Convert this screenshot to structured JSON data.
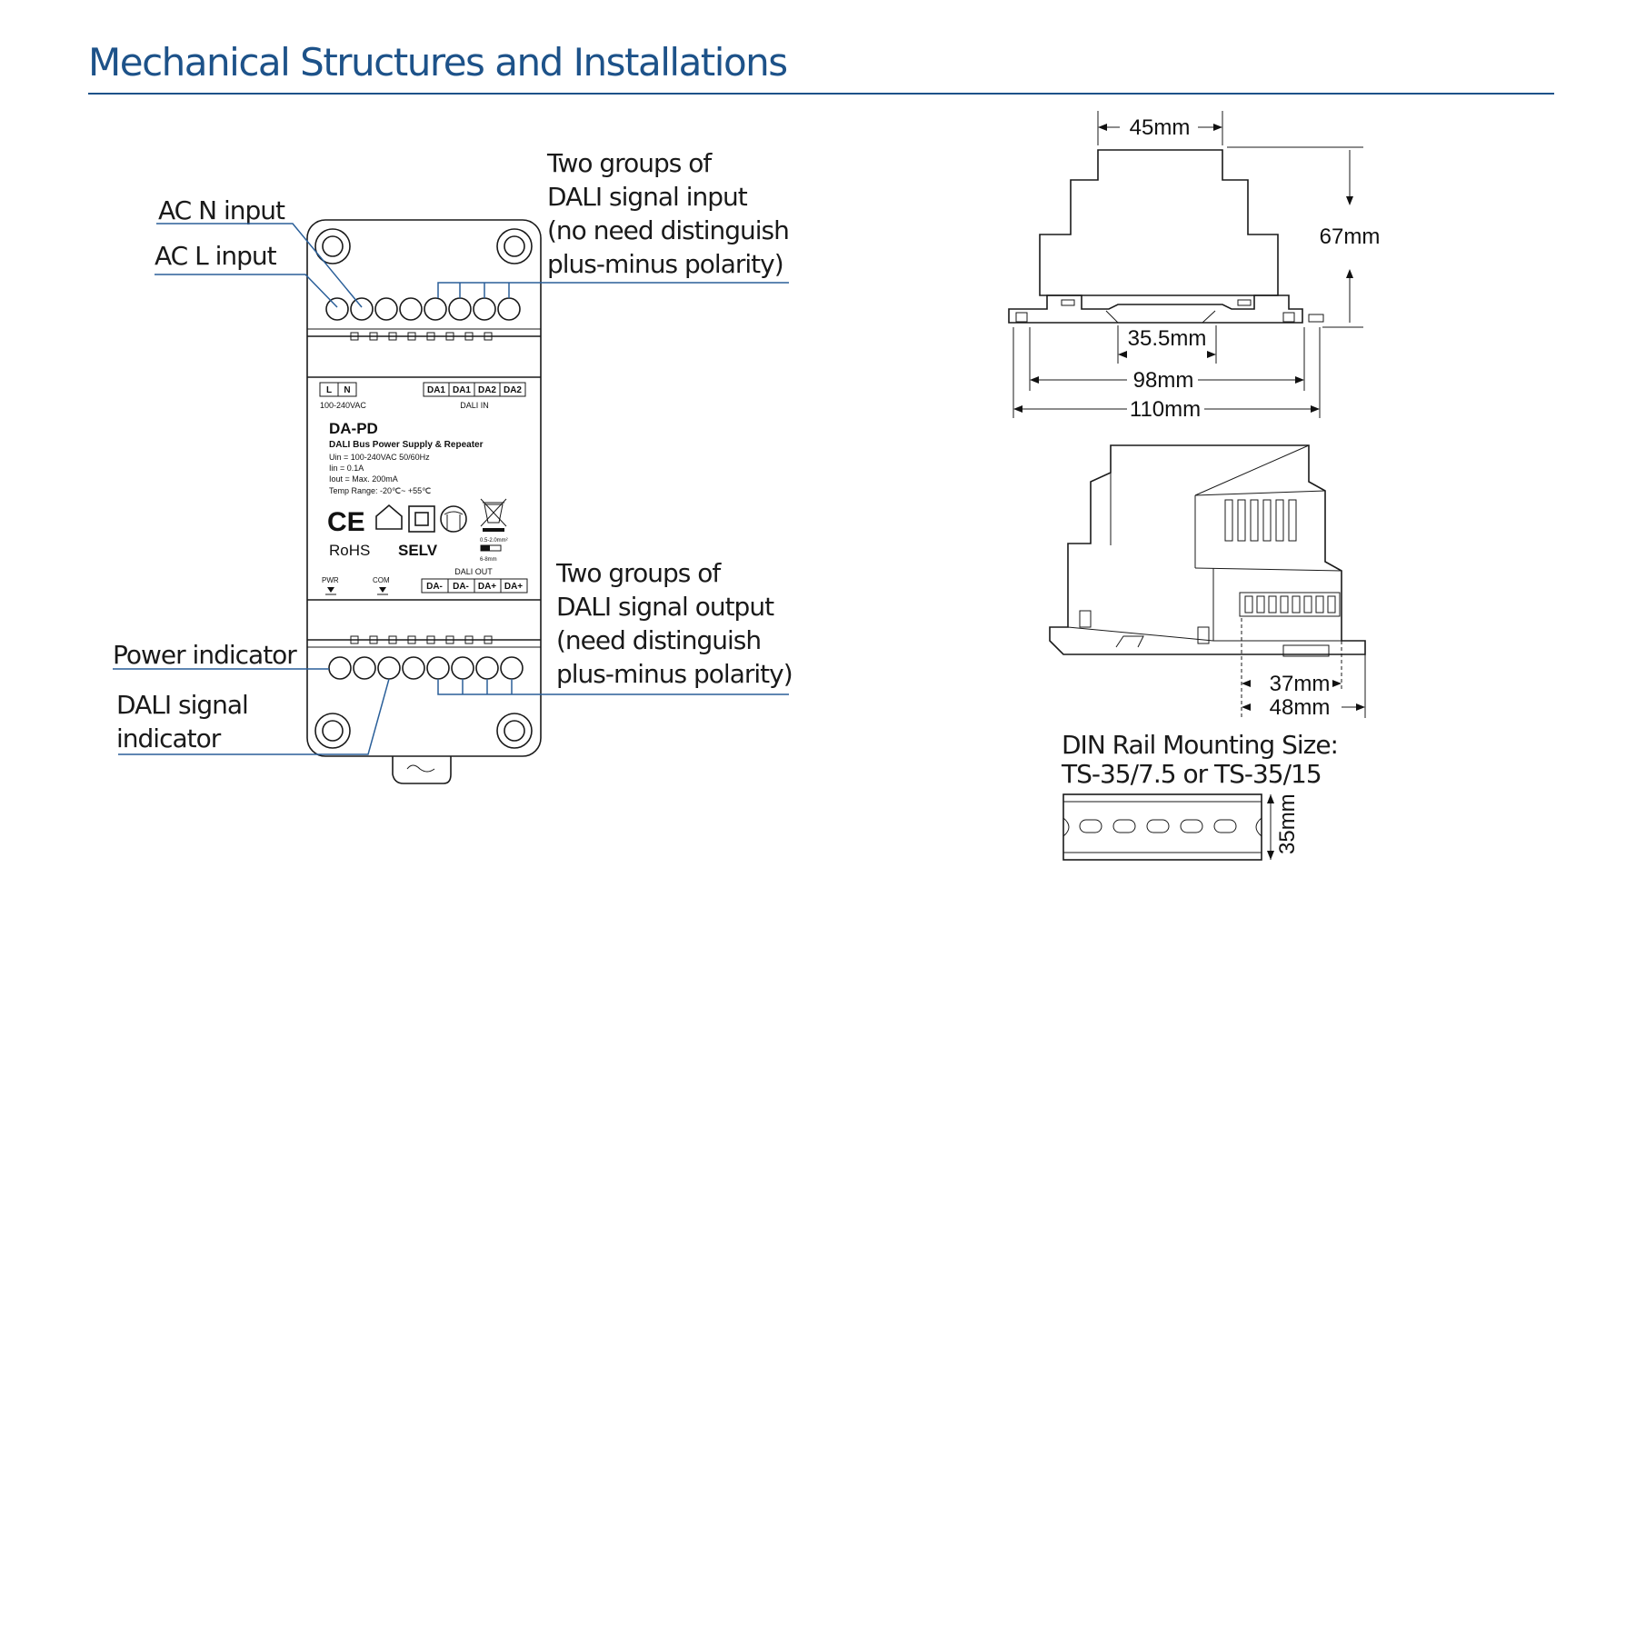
{
  "page": {
    "title": "Mechanical Structures and Installations",
    "accent_color": "#1d5289"
  },
  "front_view": {
    "callouts": {
      "ac_n": "AC N input",
      "ac_l": "AC L input",
      "dali_in": [
        "Two groups of",
        "DALI signal input",
        "(no need distinguish",
        "plus-minus polarity)"
      ],
      "dali_out": [
        "Two groups of",
        "DALI signal output",
        "(need distinguish",
        "plus-minus polarity)"
      ],
      "power_indicator": "Power indicator",
      "dali_indicator": [
        "DALI signal",
        "indicator"
      ]
    },
    "label": {
      "top_terminals_left": [
        "L",
        "N"
      ],
      "top_terminals_right": [
        "DA1",
        "DA1",
        "DA2",
        "DA2"
      ],
      "voltage_caption": "100-240VAC",
      "dali_in_caption": "DALI IN",
      "model": "DA-PD",
      "product_name": "DALI Bus Power Supply & Repeater",
      "specs": [
        "Uin  = 100-240VAC 50/60Hz",
        "Iin   = 0.1A",
        "Iout = Max. 200mA",
        "Temp Range:  -20℃~ +55℃"
      ],
      "ce_mark": "CE",
      "rohs": "RoHS",
      "selv": "SELV",
      "wire_size": "0.5-2.0mm²",
      "strip_length": "6-8mm",
      "pwr_led": "PWR",
      "com_led": "COM",
      "dali_out_caption": "DALI OUT",
      "bottom_terminals": [
        "DA-",
        "DA-",
        "DA+",
        "DA+"
      ]
    }
  },
  "dimensions": {
    "width_top": "45mm",
    "height": "67mm",
    "rail_slot": "35.5mm",
    "mount_spacing": "98mm",
    "total_width": "110mm",
    "depth_inner": "37mm",
    "depth_total": "48mm",
    "rail_height": "35mm"
  },
  "din_rail": {
    "heading": "DIN Rail Mounting Size:",
    "types": "TS-35/7.5 or TS-35/15"
  },
  "icons": [
    "screw-icon",
    "terminal-screw-icon",
    "led-icon",
    "weee-bin-icon",
    "house-icon",
    "double-insulation-icon",
    "fuse-icon"
  ]
}
